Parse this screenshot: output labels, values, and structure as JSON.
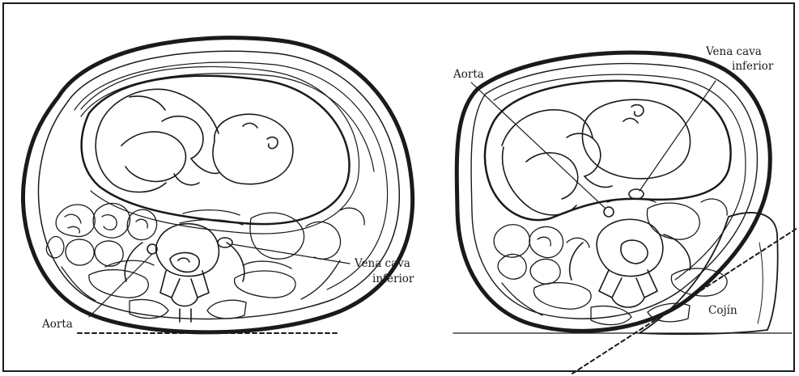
{
  "figure": {
    "left_panel": {
      "aorta_label": "Aorta",
      "vena_cava_label_line1": "Vena cava",
      "vena_cava_label_line2": "inferior"
    },
    "right_panel": {
      "aorta_label": "Aorta",
      "vena_cava_label_line1": "Vena cava",
      "vena_cava_label_line2": "inferior",
      "cushion_label": "Cojín"
    },
    "colors": {
      "ink": "#1a1a1a",
      "background": "#ffffff"
    }
  }
}
